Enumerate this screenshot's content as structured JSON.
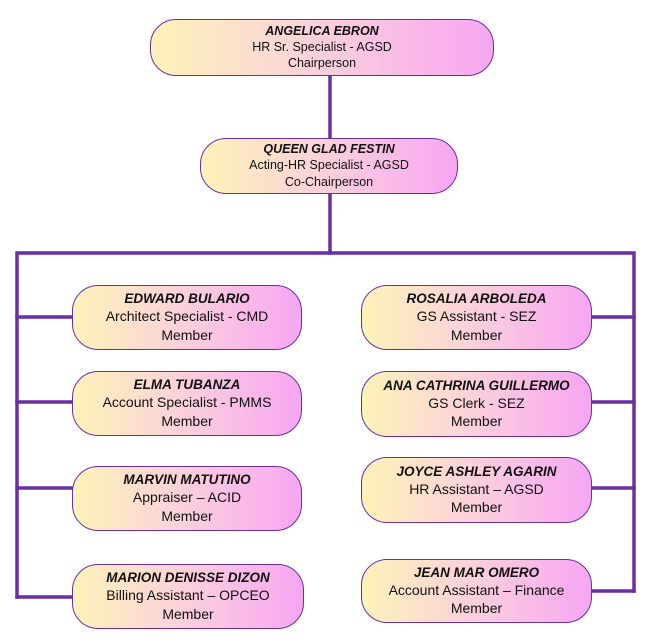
{
  "colors": {
    "connector": "#6b2fa3",
    "gradient_start": "#fdf3b8",
    "gradient_end": "#f7a6f3"
  },
  "chair": {
    "name": "ANGELICA EBRON",
    "role": "HR Sr. Specialist - AGSD",
    "position": "Chairperson"
  },
  "cochair": {
    "name": "QUEEN GLAD FESTIN",
    "role": "Acting-HR Specialist - AGSD",
    "position": "Co-Chairperson"
  },
  "left_members": [
    {
      "name": "EDWARD BULARIO",
      "role": "Architect Specialist - CMD",
      "position": "Member"
    },
    {
      "name": "ELMA TUBANZA",
      "role": "Account Specialist - PMMS",
      "position": "Member"
    },
    {
      "name": "MARVIN MATUTINO",
      "role": "Appraiser – ACID",
      "position": "Member"
    },
    {
      "name": "MARION DENISSE DIZON",
      "role": "Billing Assistant – OPCEO",
      "position": "Member"
    }
  ],
  "right_members": [
    {
      "name": "ROSALIA ARBOLEDA",
      "role": "GS Assistant - SEZ",
      "position": "Member"
    },
    {
      "name": "ANA CATHRINA GUILLERMO",
      "role": "GS Clerk - SEZ",
      "position": "Member"
    },
    {
      "name": "JOYCE ASHLEY AGARIN",
      "role": "HR Assistant – AGSD",
      "position": "Member"
    },
    {
      "name": "JEAN MAR OMERO",
      "role": "Account Assistant – Finance",
      "position": "Member"
    }
  ]
}
